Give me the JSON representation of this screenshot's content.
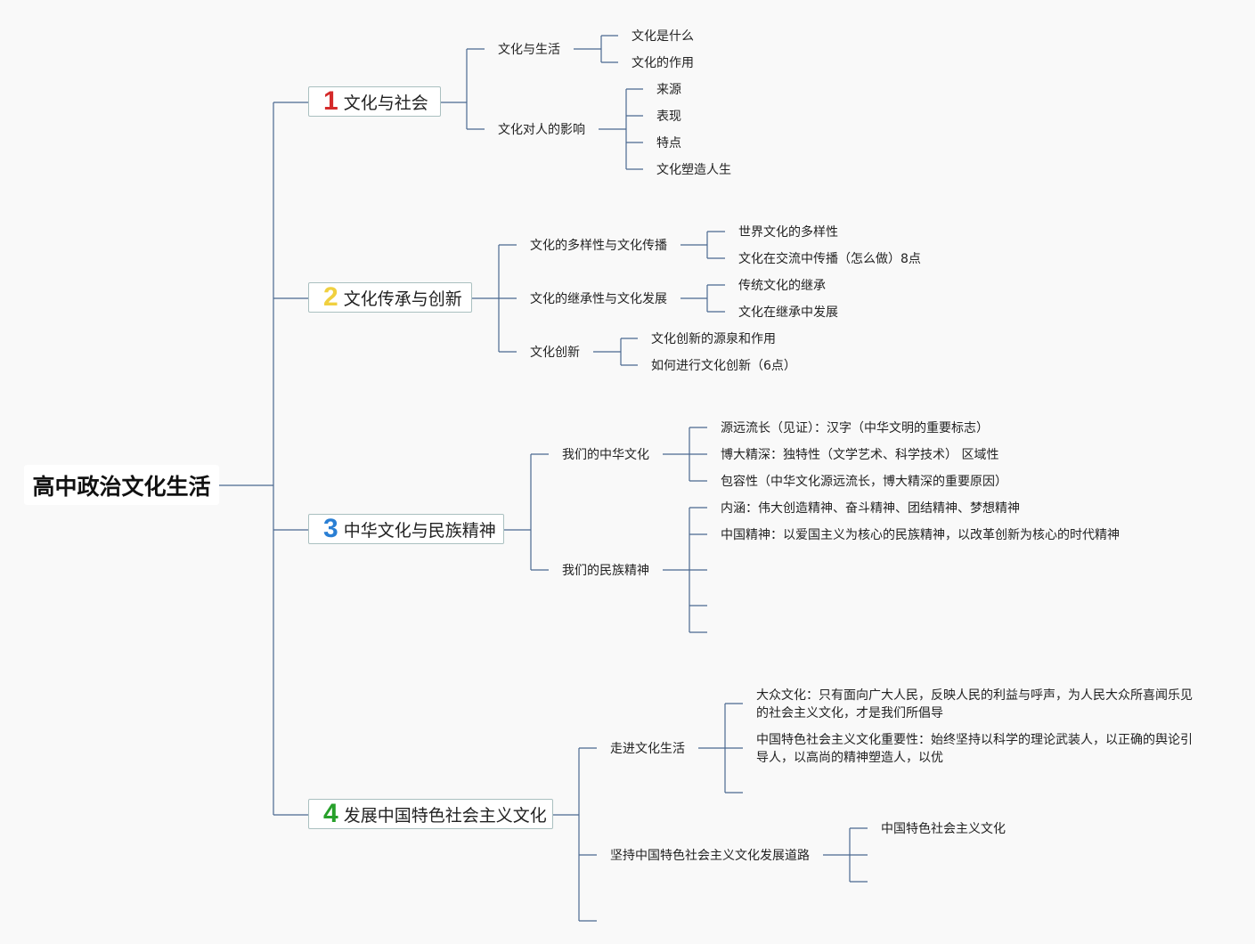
{
  "root": "高中政治文化生活",
  "topics": [
    {
      "num": "1",
      "num_color": "#d42a2a",
      "label": "文化与社会",
      "subs": [
        {
          "label": "文化与生活",
          "items": [
            "文化是什么",
            "文化的作用"
          ]
        },
        {
          "label": "文化对人的影响",
          "items": [
            "来源",
            "表现",
            "特点",
            "文化塑造人生"
          ]
        }
      ]
    },
    {
      "num": "2",
      "num_color": "#f0d040",
      "label": "文化传承与创新",
      "subs": [
        {
          "label": "文化的多样性与文化传播",
          "items": [
            "世界文化的多样性",
            "文化在交流中传播（怎么做）8点"
          ]
        },
        {
          "label": "文化的继承性与文化发展",
          "items": [
            "传统文化的继承",
            "文化在继承中发展"
          ]
        },
        {
          "label": "文化创新",
          "items": [
            "文化创新的源泉和作用",
            "如何进行文化创新（6点）"
          ]
        }
      ]
    },
    {
      "num": "3",
      "num_color": "#2a7fd4",
      "label": "中华文化与民族精神",
      "subs": [
        {
          "label": "我们的中华文化",
          "items": [
            "源远流长（见证）：汉字（中华文明的重要标志）",
            "博大精深：独特性（文学艺术、科学技术） 区域性",
            "包容性（中华文化源远流长，博大精深的重要原因）"
          ]
        },
        {
          "label": "我们的民族精神",
          "items": [
            "内涵：伟大创造精神、奋斗精神、团结精神、梦想精神",
            "中国精神：以爱国主义为核心的民族精神，以改革创新为核心的时代精神",
            "",
            "",
            ""
          ]
        }
      ]
    },
    {
      "num": "4",
      "num_color": "#27a02a",
      "label": "发展中国特色社会主义文化",
      "subs": [
        {
          "label": "走进文化生活",
          "items": [
            "大众文化：只有面向广大人民，反映人民的利益与呼声，为人民大众所喜闻乐见的社会主义文化，才是我们所倡导",
            "中国特色社会主义文化重要性：始终坚持以科学的理论武装人，以正确的舆论引导人，以高尚的精神塑造人，以优",
            ""
          ]
        },
        {
          "label": "坚持中国特色社会主义文化发展道路",
          "items": [
            "中国特色社会主义文化",
            "",
            ""
          ]
        },
        {
          "label": "",
          "items": []
        }
      ]
    }
  ]
}
